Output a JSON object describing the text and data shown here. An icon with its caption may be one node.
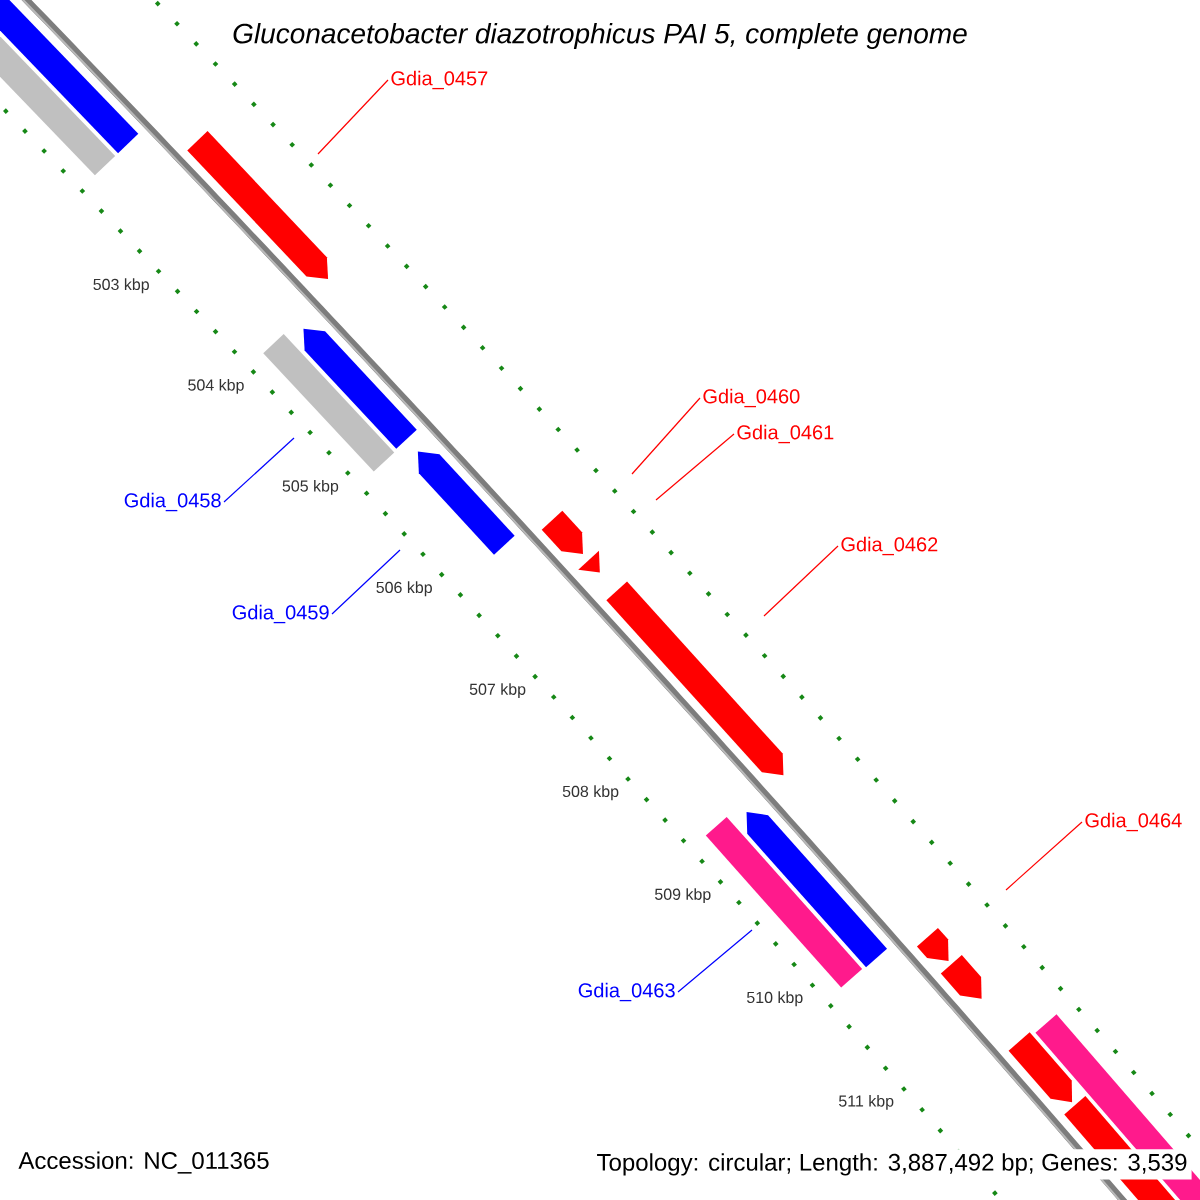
{
  "diagram": {
    "title": "Gluconacetobacter diazotrophicus PAI 5, complete genome",
    "nodes": [
      {
        "text": [
          "Gdia_0457"
        ]
      },
      {
        "text": [
          "Gdia_0460"
        ]
      },
      {
        "text": [
          "Gdia_0461"
        ]
      },
      {
        "text": [
          "Gdia_0462"
        ]
      },
      {
        "text": [
          "Gdia_0464"
        ]
      },
      {
        "text": [
          "Gdia_0458"
        ]
      },
      {
        "text": [
          "Gdia_0459"
        ]
      },
      {
        "text": [
          "Gdia_0463"
        ]
      }
    ],
    "edges": [
      {
        "from": 0,
        "to": null,
        "arrow": "none"
      },
      {
        "from": 1,
        "to": null,
        "arrow": "none"
      },
      {
        "from": 2,
        "to": null,
        "arrow": "none"
      },
      {
        "from": 3,
        "to": null,
        "arrow": "none"
      },
      {
        "from": 4,
        "to": null,
        "arrow": "none"
      },
      {
        "from": 5,
        "to": null,
        "arrow": "none",
        "color": "#0000ff"
      },
      {
        "from": 6,
        "to": null,
        "arrow": "none",
        "color": "#0000ff"
      },
      {
        "from": 7,
        "to": null,
        "arrow": "none",
        "color": "#0000ff"
      }
    ],
    "labels": [
      "503 kbp",
      "504 kbp",
      "505 kbp",
      "506 kbp",
      "507 kbp",
      "508 kbp",
      "509 kbp",
      "510 kbp",
      "511 kbp",
      "Accession: NC_011365",
      "Topology: circular; Length: 3,887,492 bp; Genes: 3,539"
    ]
  }
}
